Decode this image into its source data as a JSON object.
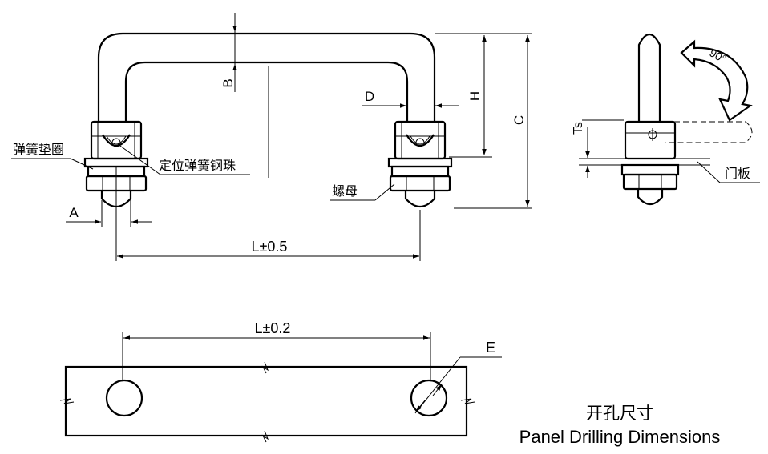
{
  "front_view": {
    "dims": {
      "B": "B",
      "H": "H",
      "C": "C",
      "D": "D",
      "A": "A",
      "L": "L±0.5"
    },
    "callouts": {
      "spring_washer": "弹簧垫圈",
      "spring_ball": "定位弹簧钢珠",
      "nut": "螺母"
    }
  },
  "side_view": {
    "dims": {
      "Ts": "Ts"
    },
    "rotation_label": "90°",
    "panel_label": "门板"
  },
  "drilling": {
    "L": "L±0.2",
    "E": "E",
    "title_cn": "开孔尺寸",
    "title_en": "Panel Drilling Dimensions"
  },
  "colors": {
    "line": "#000000",
    "background": "#ffffff",
    "arrow_fill": "#ffffff"
  }
}
